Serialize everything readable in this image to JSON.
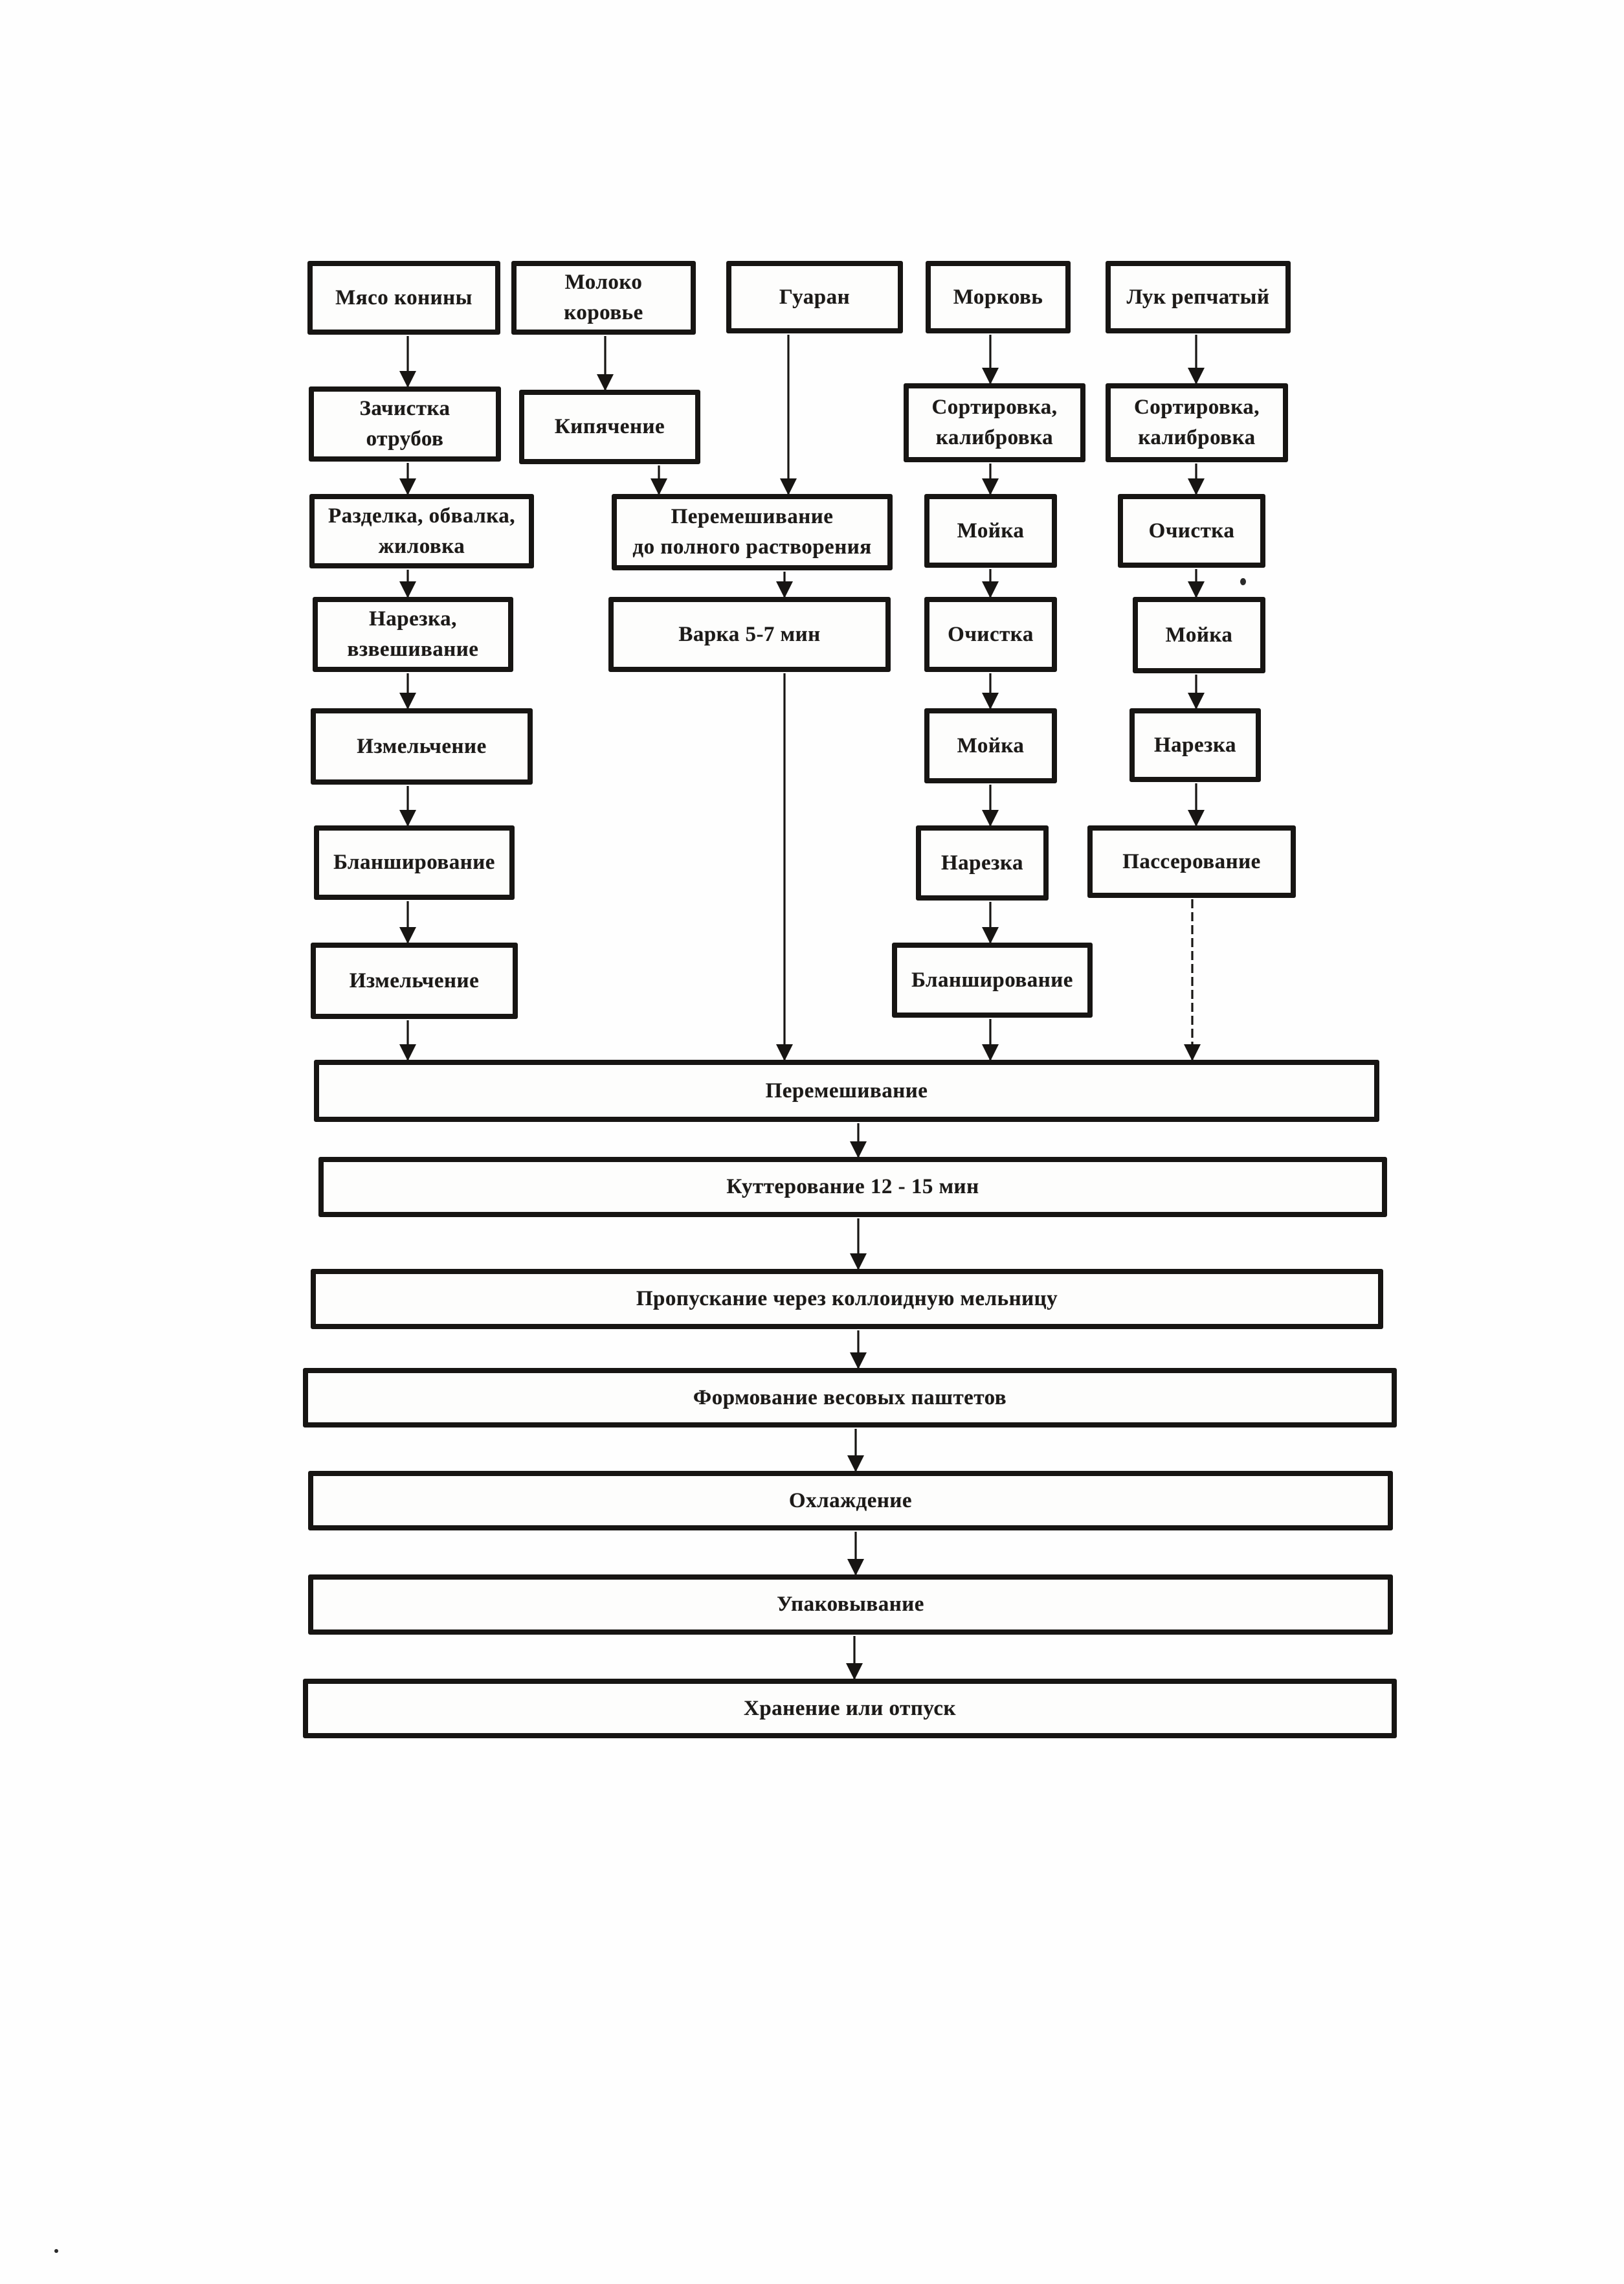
{
  "page": {
    "background": "#fefefe",
    "ink": "#171513"
  },
  "diagram": {
    "kind": "flowchart",
    "language": "ru",
    "nodes": {
      "meat_raw": [
        "Мясо конины"
      ],
      "meat_trimming": [
        "Зачистка",
        "отрубов"
      ],
      "meat_deboning": [
        "Разделка, обвалка,",
        "жиловка"
      ],
      "meat_slicing": [
        "Нарезка,",
        "взвешивание"
      ],
      "meat_grinding_1": [
        "Измельчение"
      ],
      "meat_blanching": [
        "Бланширование"
      ],
      "meat_grinding_2": [
        "Измельчение"
      ],
      "milk_raw": [
        "Молоко",
        "коровье"
      ],
      "milk_boiling": [
        "Кипячение"
      ],
      "guaran_raw": [
        "Гуаран"
      ],
      "guaran_mixing": [
        "Перемешивание",
        "до полного растворения"
      ],
      "guaran_cooking": [
        "Варка 5-7 мин"
      ],
      "carrot_raw": [
        "Морковь"
      ],
      "carrot_sorting": [
        "Сортировка,",
        "калибровка"
      ],
      "carrot_washing_1": [
        "Мойка"
      ],
      "carrot_peeling": [
        "Очистка"
      ],
      "carrot_washing_2": [
        "Мойка"
      ],
      "carrot_cutting": [
        "Нарезка"
      ],
      "carrot_blanching": [
        "Бланширование"
      ],
      "onion_raw": [
        "Лук репчатый"
      ],
      "onion_sorting": [
        "Сортировка,",
        "калибровка"
      ],
      "onion_peeling": [
        "Очистка"
      ],
      "onion_washing": [
        "Мойка"
      ],
      "onion_cutting": [
        "Нарезка"
      ],
      "onion_sauteing": [
        "Пассерование"
      ],
      "mixing_all": [
        "Перемешивание"
      ],
      "cuttering": [
        "Куттерование 12 - 15 мин"
      ],
      "colloid_mill": [
        "Пропускание через коллоидную мельницу"
      ],
      "forming": [
        "Формование весовых паштетов"
      ],
      "cooling": [
        "Охлаждение"
      ],
      "packing": [
        "Упаковывание"
      ],
      "storage": [
        "Хранение или отпуск"
      ]
    }
  }
}
